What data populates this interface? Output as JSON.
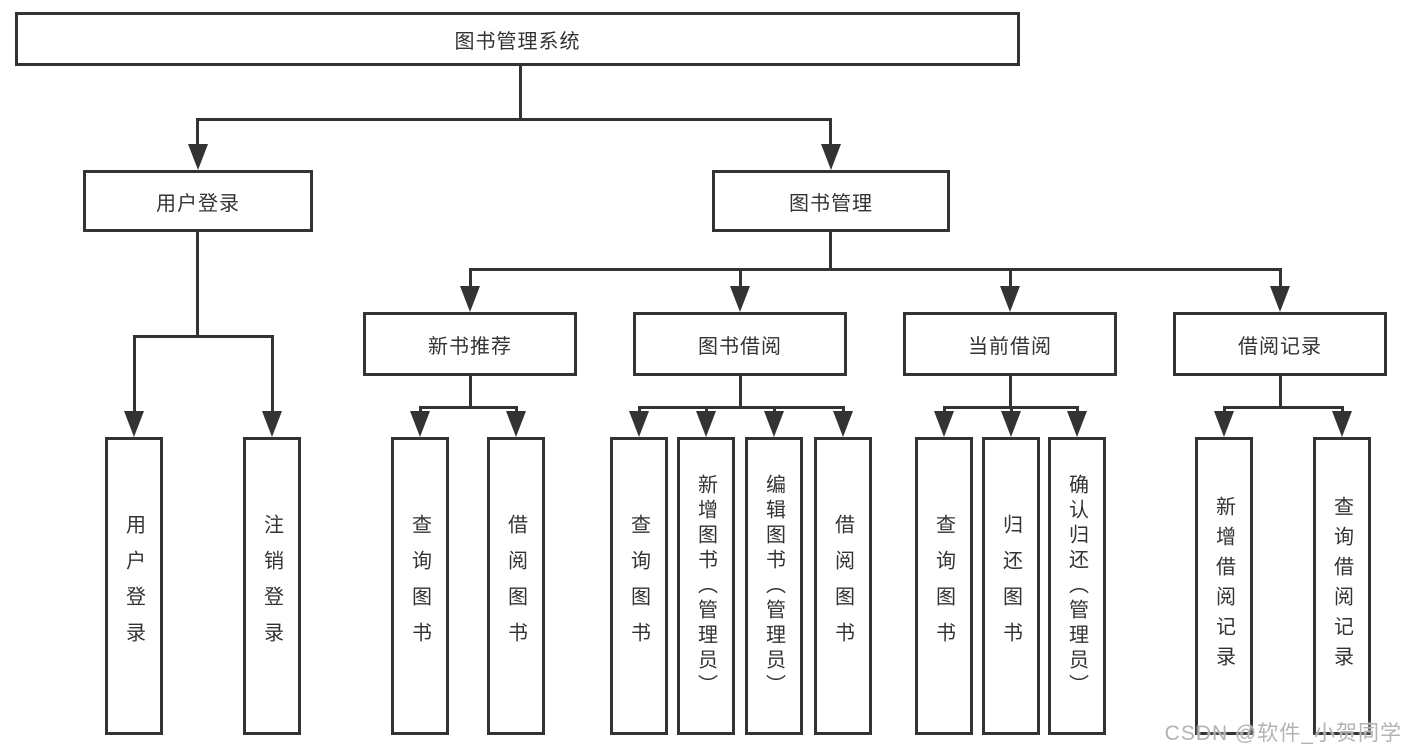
{
  "root": {
    "label": "图书管理系统"
  },
  "level2": [
    {
      "label": "用户登录"
    },
    {
      "label": "图书管理"
    }
  ],
  "level3": [
    {
      "label": "新书推荐"
    },
    {
      "label": "图书借阅"
    },
    {
      "label": "当前借阅"
    },
    {
      "label": "借阅记录"
    }
  ],
  "leaves": {
    "user_login": [
      "用户登录",
      "注销登录"
    ],
    "new_book_rec": [
      "查询图书",
      "借阅图书"
    ],
    "book_borrow": [
      "查询图书",
      "新增图书（管理员）",
      "编辑图书（管理员）",
      "借阅图书"
    ],
    "current_borrow": [
      "查询图书",
      "归还图书",
      "确认归还（管理员）"
    ],
    "borrow_records": [
      "新增借阅记录",
      "查询借阅记录"
    ]
  },
  "watermark": "CSDN @软件_小贺同学",
  "colors": {
    "line": "#333333",
    "text": "#333333",
    "background": "#ffffff",
    "watermark": "#b3b3b3"
  }
}
